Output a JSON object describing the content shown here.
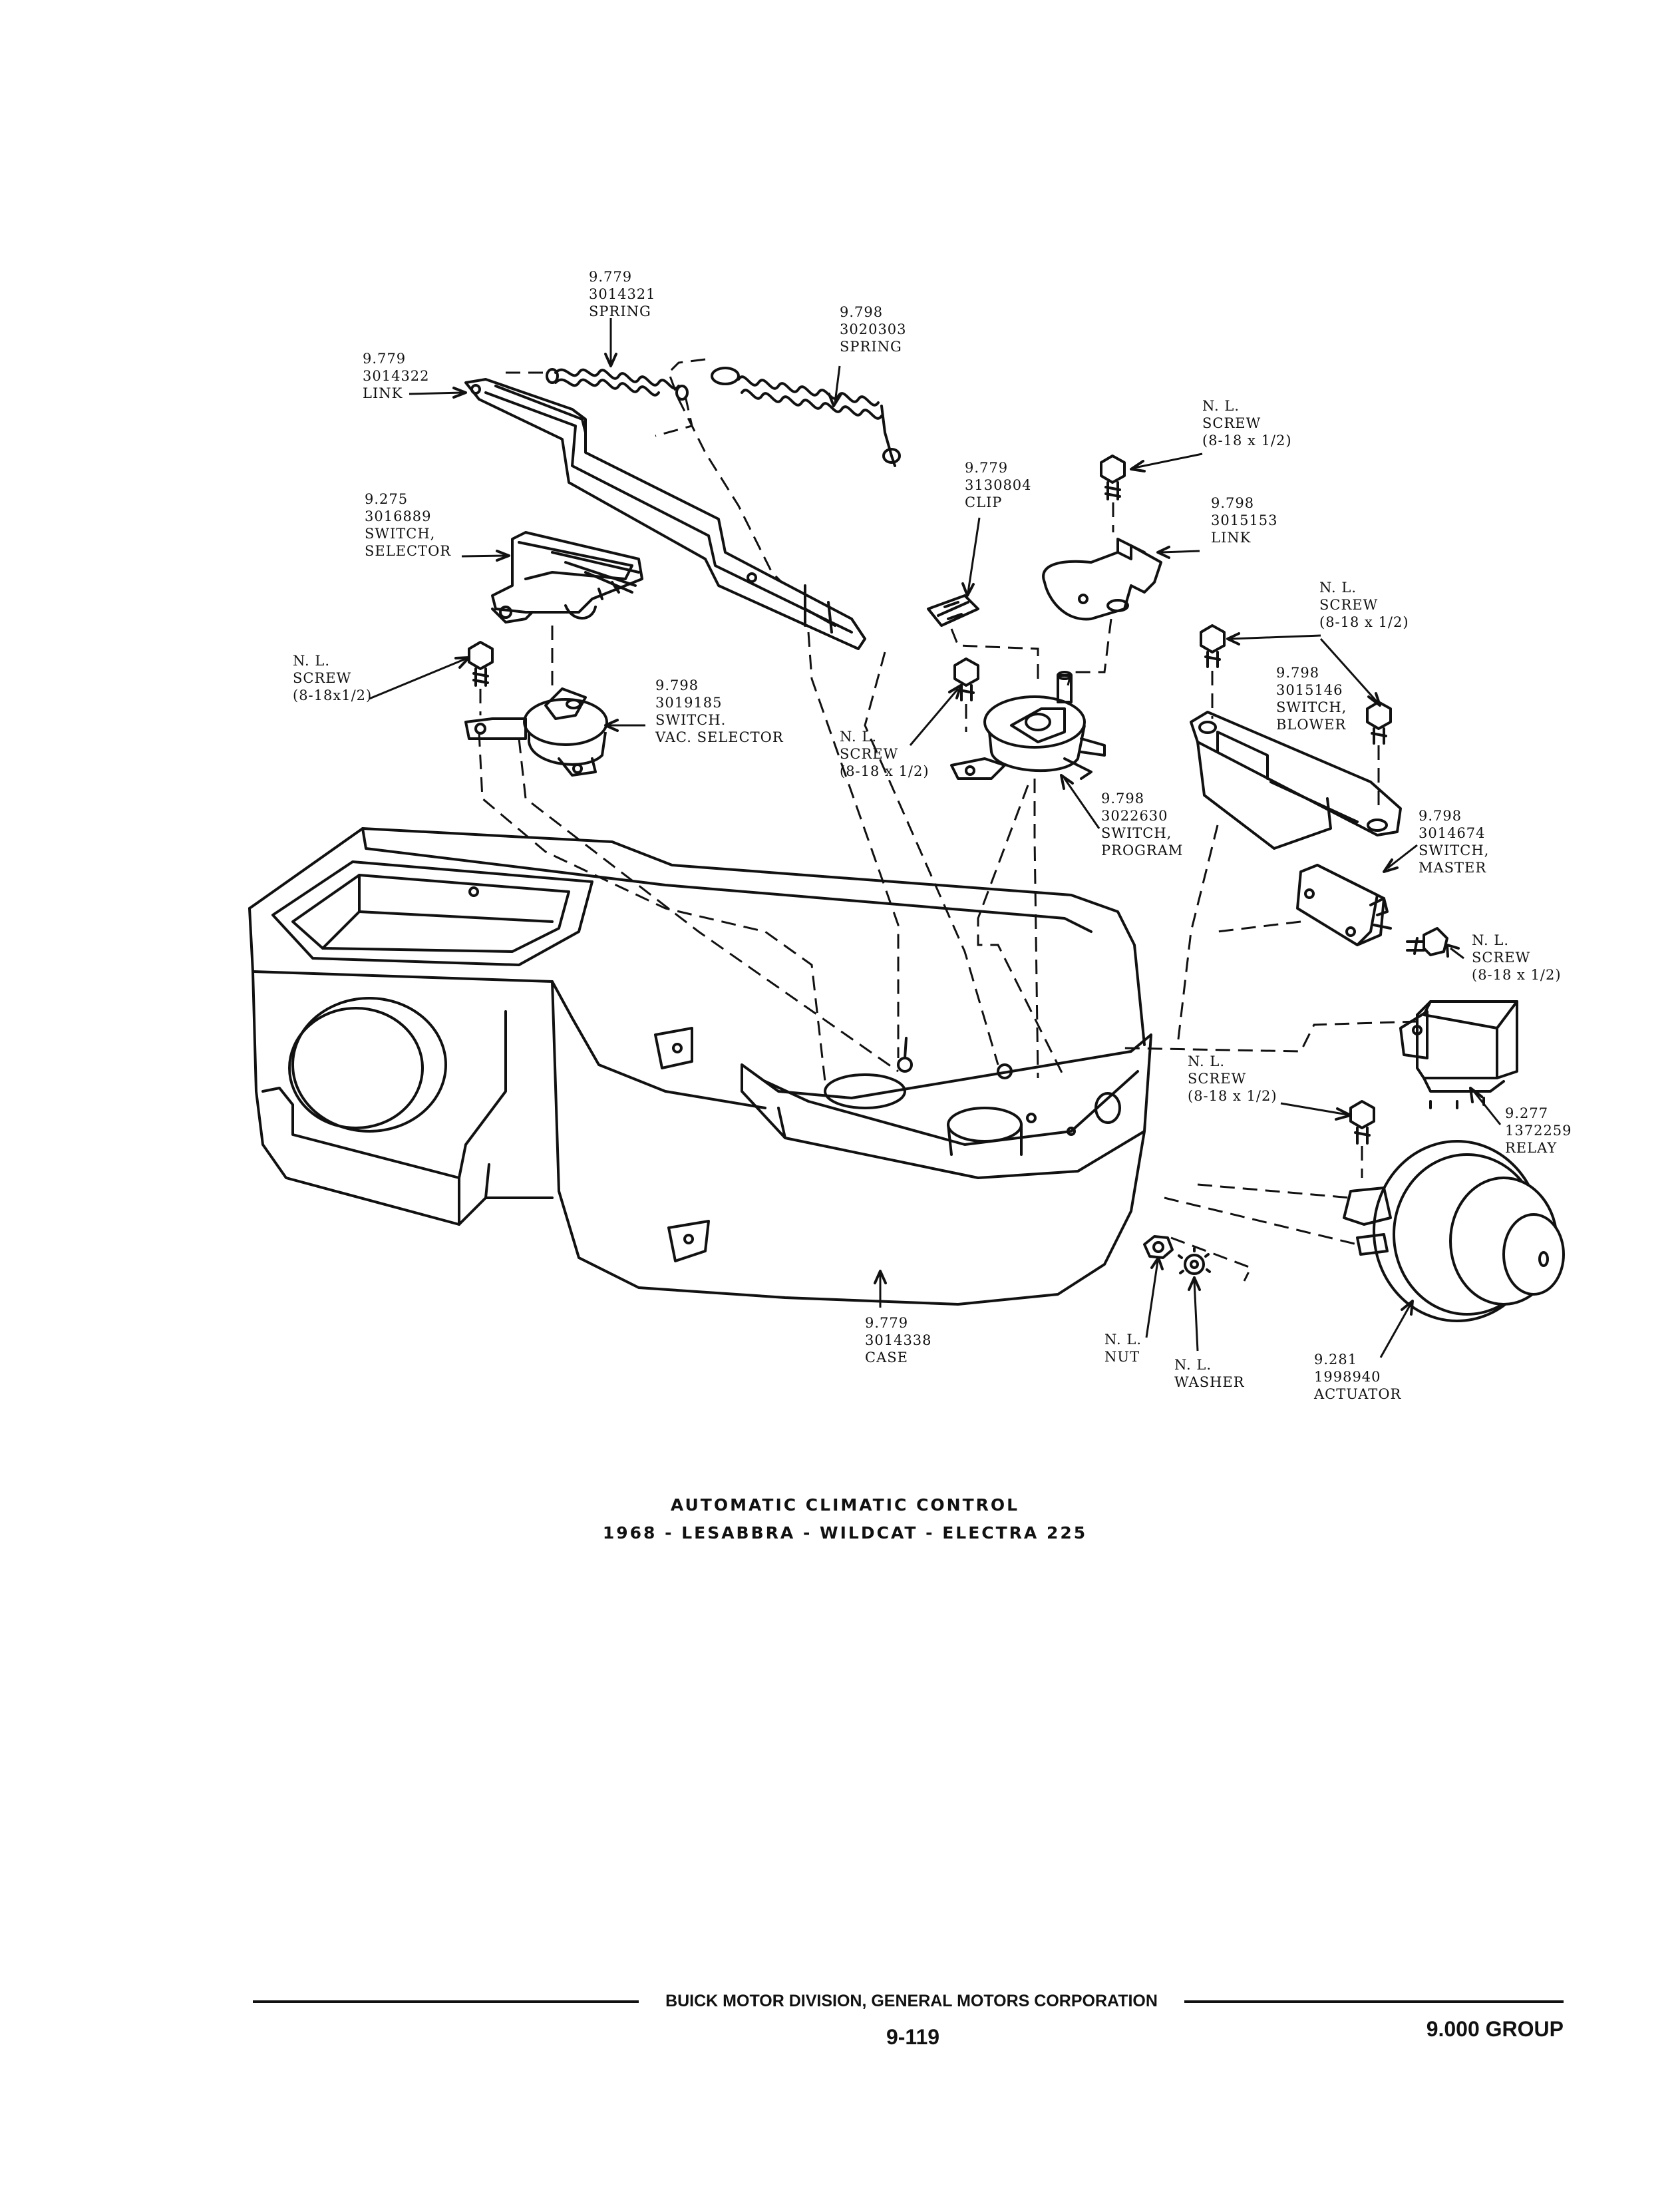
{
  "parts": {
    "spring_3014321": [
      "9.779",
      "3014321",
      "SPRING"
    ],
    "spring_3020303": [
      "9.798",
      "3020303",
      "SPRING"
    ],
    "link_3014322": [
      "9.779",
      "3014322",
      "LINK"
    ],
    "screw_top": [
      "N. L.",
      "SCREW",
      "(8-18 x 1/2)"
    ],
    "clip_3130804": [
      "9.779",
      "3130804",
      "CLIP"
    ],
    "link_3015153": [
      "9.798",
      "3015153",
      "LINK"
    ],
    "switch_selector_3016889": [
      "9.275",
      "3016889",
      "SWITCH,",
      "SELECTOR"
    ],
    "screw_right_upper": [
      "N. L.",
      "SCREW",
      "(8-18 x 1/2)"
    ],
    "switch_blower_3015146": [
      "9.798",
      "3015146",
      "SWITCH,",
      "BLOWER"
    ],
    "screw_left": [
      "N. L.",
      "SCREW",
      "(8-18x1/2)"
    ],
    "switch_vac_selector_3019185": [
      "9.798",
      "3019185",
      "SWITCH.",
      "VAC. SELECTOR"
    ],
    "screw_middle": [
      "N. L.",
      "SCREW",
      "(8-18 x 1/2)"
    ],
    "switch_program_3022630": [
      "9.798",
      "3022630",
      "SWITCH,",
      "PROGRAM"
    ],
    "switch_master_3014674": [
      "9.798",
      "3014674",
      "SWITCH,",
      "MASTER"
    ],
    "screw_right_mid": [
      "N. L.",
      "SCREW",
      "(8-18 x 1/2)"
    ],
    "screw_lower": [
      "N. L.",
      "SCREW",
      "(8-18 x 1/2)"
    ],
    "relay_1372259": [
      "9.277",
      "1372259",
      "RELAY"
    ],
    "case_3014338": [
      "9.779",
      "3014338",
      "CASE"
    ],
    "nut": [
      "N. L.",
      "NUT"
    ],
    "washer": [
      "N. L.",
      "WASHER"
    ],
    "actuator_1998940": [
      "9.281",
      "1998940",
      "ACTUATOR"
    ]
  },
  "caption": {
    "line1": "AUTOMATIC CLIMATIC CONTROL",
    "line2": "1968 - LESABBRA - WILDCAT - ELECTRA 225"
  },
  "footer": {
    "company": "BUICK MOTOR DIVISION, GENERAL MOTORS CORPORATION",
    "page": "9-119",
    "group": "9.000 GROUP"
  }
}
